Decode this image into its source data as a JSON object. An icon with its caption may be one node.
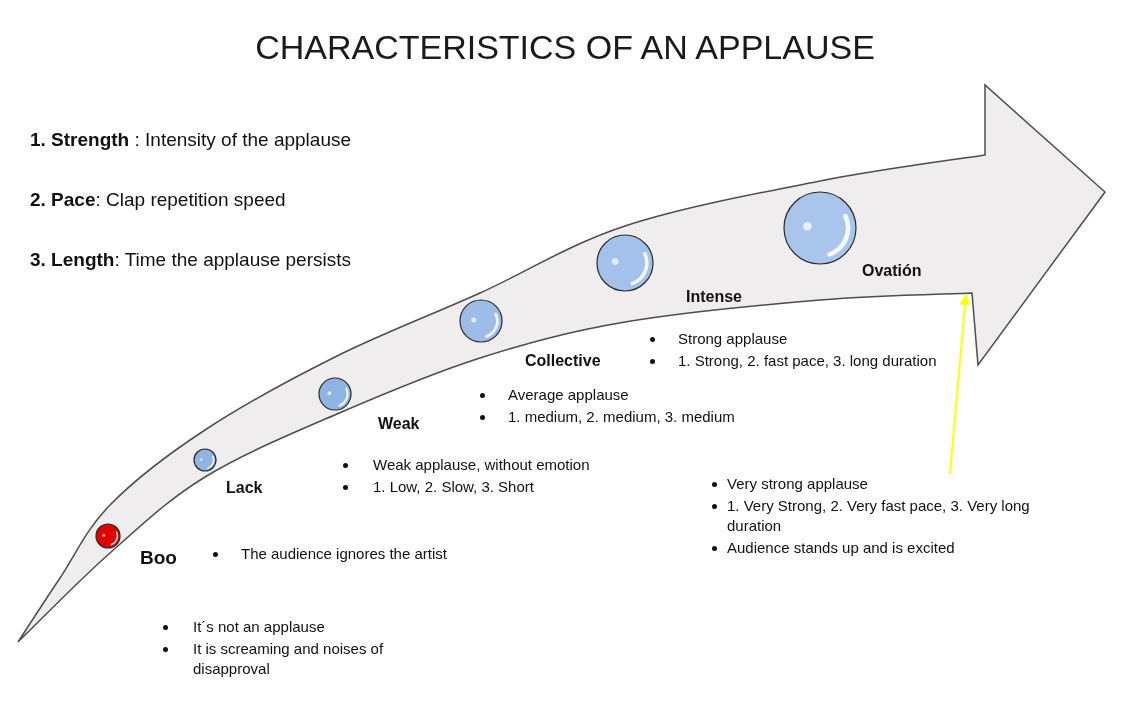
{
  "diagram": {
    "title": "CHARACTERISTICS OF AN APPLAUSE",
    "nodes": [
      {
        "text": [],
        "shape": "arrow"
      },
      {
        "text": [],
        "shape": "circle",
        "in": 0,
        "beside": [
          "Boo"
        ]
      },
      {
        "text": [],
        "shape": "circle",
        "in": 0,
        "beside": [
          "Lack"
        ]
      },
      {
        "text": [],
        "shape": "circle",
        "in": 0,
        "beside": [
          "Weak"
        ]
      },
      {
        "text": [],
        "shape": "circle",
        "in": 0,
        "beside": [
          "Collective"
        ]
      },
      {
        "text": [],
        "shape": "circle",
        "in": 0,
        "beside": [
          "Intense"
        ]
      },
      {
        "text": [],
        "shape": "circle",
        "in": 0,
        "beside": [
          "Ovatión"
        ]
      },
      {
        "text": [
          "Very strong applause",
          "1. Very Strong, 2. Very fast pace, 3. Very long duration",
          "Audience stands up and is excited"
        ]
      }
    ],
    "edges": [
      {
        "from": 7,
        "to": 0,
        "arrow": "to",
        "color": "#ffff00"
      }
    ],
    "labels": [
      "**1. Strength** : Intensity of the applause",
      "**2. Pace**: Clap repetition speed",
      "**3. Length**: Time the applause persists",
      "Strong applause",
      "1. Strong, 2. fast pace, 3. long duration",
      "Average applause",
      "1. medium, 2. medium, 3. medium",
      "Weak applause, without emotion",
      "1. Low, 2. Slow, 3. Short",
      "The audience ignores the artist",
      "It´s not an applause",
      "It is screaming and noises of disapproval"
    ]
  }
}
